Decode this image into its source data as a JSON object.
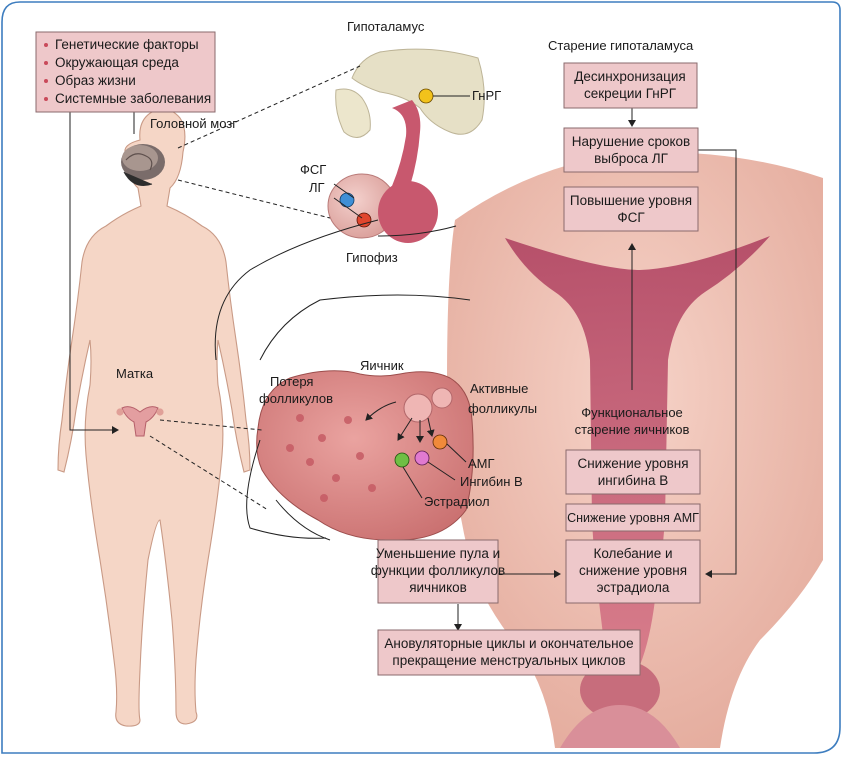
{
  "factors": {
    "items": [
      "Генетические факторы",
      "Окружающая среда",
      "Образ жизни",
      "Системные заболевания"
    ]
  },
  "labels": {
    "brain": "Головной мозг",
    "uterus": "Матка",
    "hypothalamus": "Гипоталамус",
    "pituitary": "Гипофиз",
    "gnrh": "ГнРГ",
    "fsh": "ФСГ",
    "lh": "ЛГ",
    "ovary": "Яичник",
    "follicle_loss": [
      "Потеря",
      "фолликулов"
    ],
    "active_follicles": [
      "Активные",
      "фолликулы"
    ],
    "amh": "АМГ",
    "inhibin_b": "Ингибин B",
    "estradiol": "Эстрадиол",
    "hypothalamic_aging": "Старение гипоталамуса",
    "functional_ovarian_aging": [
      "Функциональное",
      "старение яичников"
    ]
  },
  "boxes": {
    "desync": [
      "Десинхронизация",
      "секреции ГнРГ"
    ],
    "lh_timing": [
      "Нарушение сроков",
      "выброса ЛГ"
    ],
    "fsh_increase": [
      "Повышение уровня",
      "ФСГ"
    ],
    "inhibin_decrease": [
      "Снижение уровня",
      "ингибина B"
    ],
    "amh_decrease": [
      "Снижение уровня АМГ"
    ],
    "estradiol_fluctuation": [
      "Колебание и",
      "снижение уровня",
      "эстрадиола"
    ],
    "pool_decrease": [
      "Уменьшение пула и",
      "функции фолликулов",
      "яичников"
    ],
    "anovulatory": [
      "Ановуляторные циклы и окончательное",
      "прекращение менструальных циклов"
    ]
  },
  "colors": {
    "frame": "#3d7dbf",
    "box_fill": "#eec8ca",
    "box_border": "#8a6a6c",
    "skin": "#f5d6c6",
    "uterus": "#e8b6a8",
    "pituitary": "#e2b8b2",
    "hypothalamus": "#e6e0c6",
    "gland_pink": "#c8586e",
    "ovary": "#d98c8c",
    "fsh_blue": "#3f8fd6",
    "lh_red": "#e0462e",
    "gnrh_yellow": "#f2c21b",
    "amh_orange": "#f08a3a",
    "inhibin_pink": "#e07ad0",
    "estradiol_green": "#6fbf44"
  }
}
